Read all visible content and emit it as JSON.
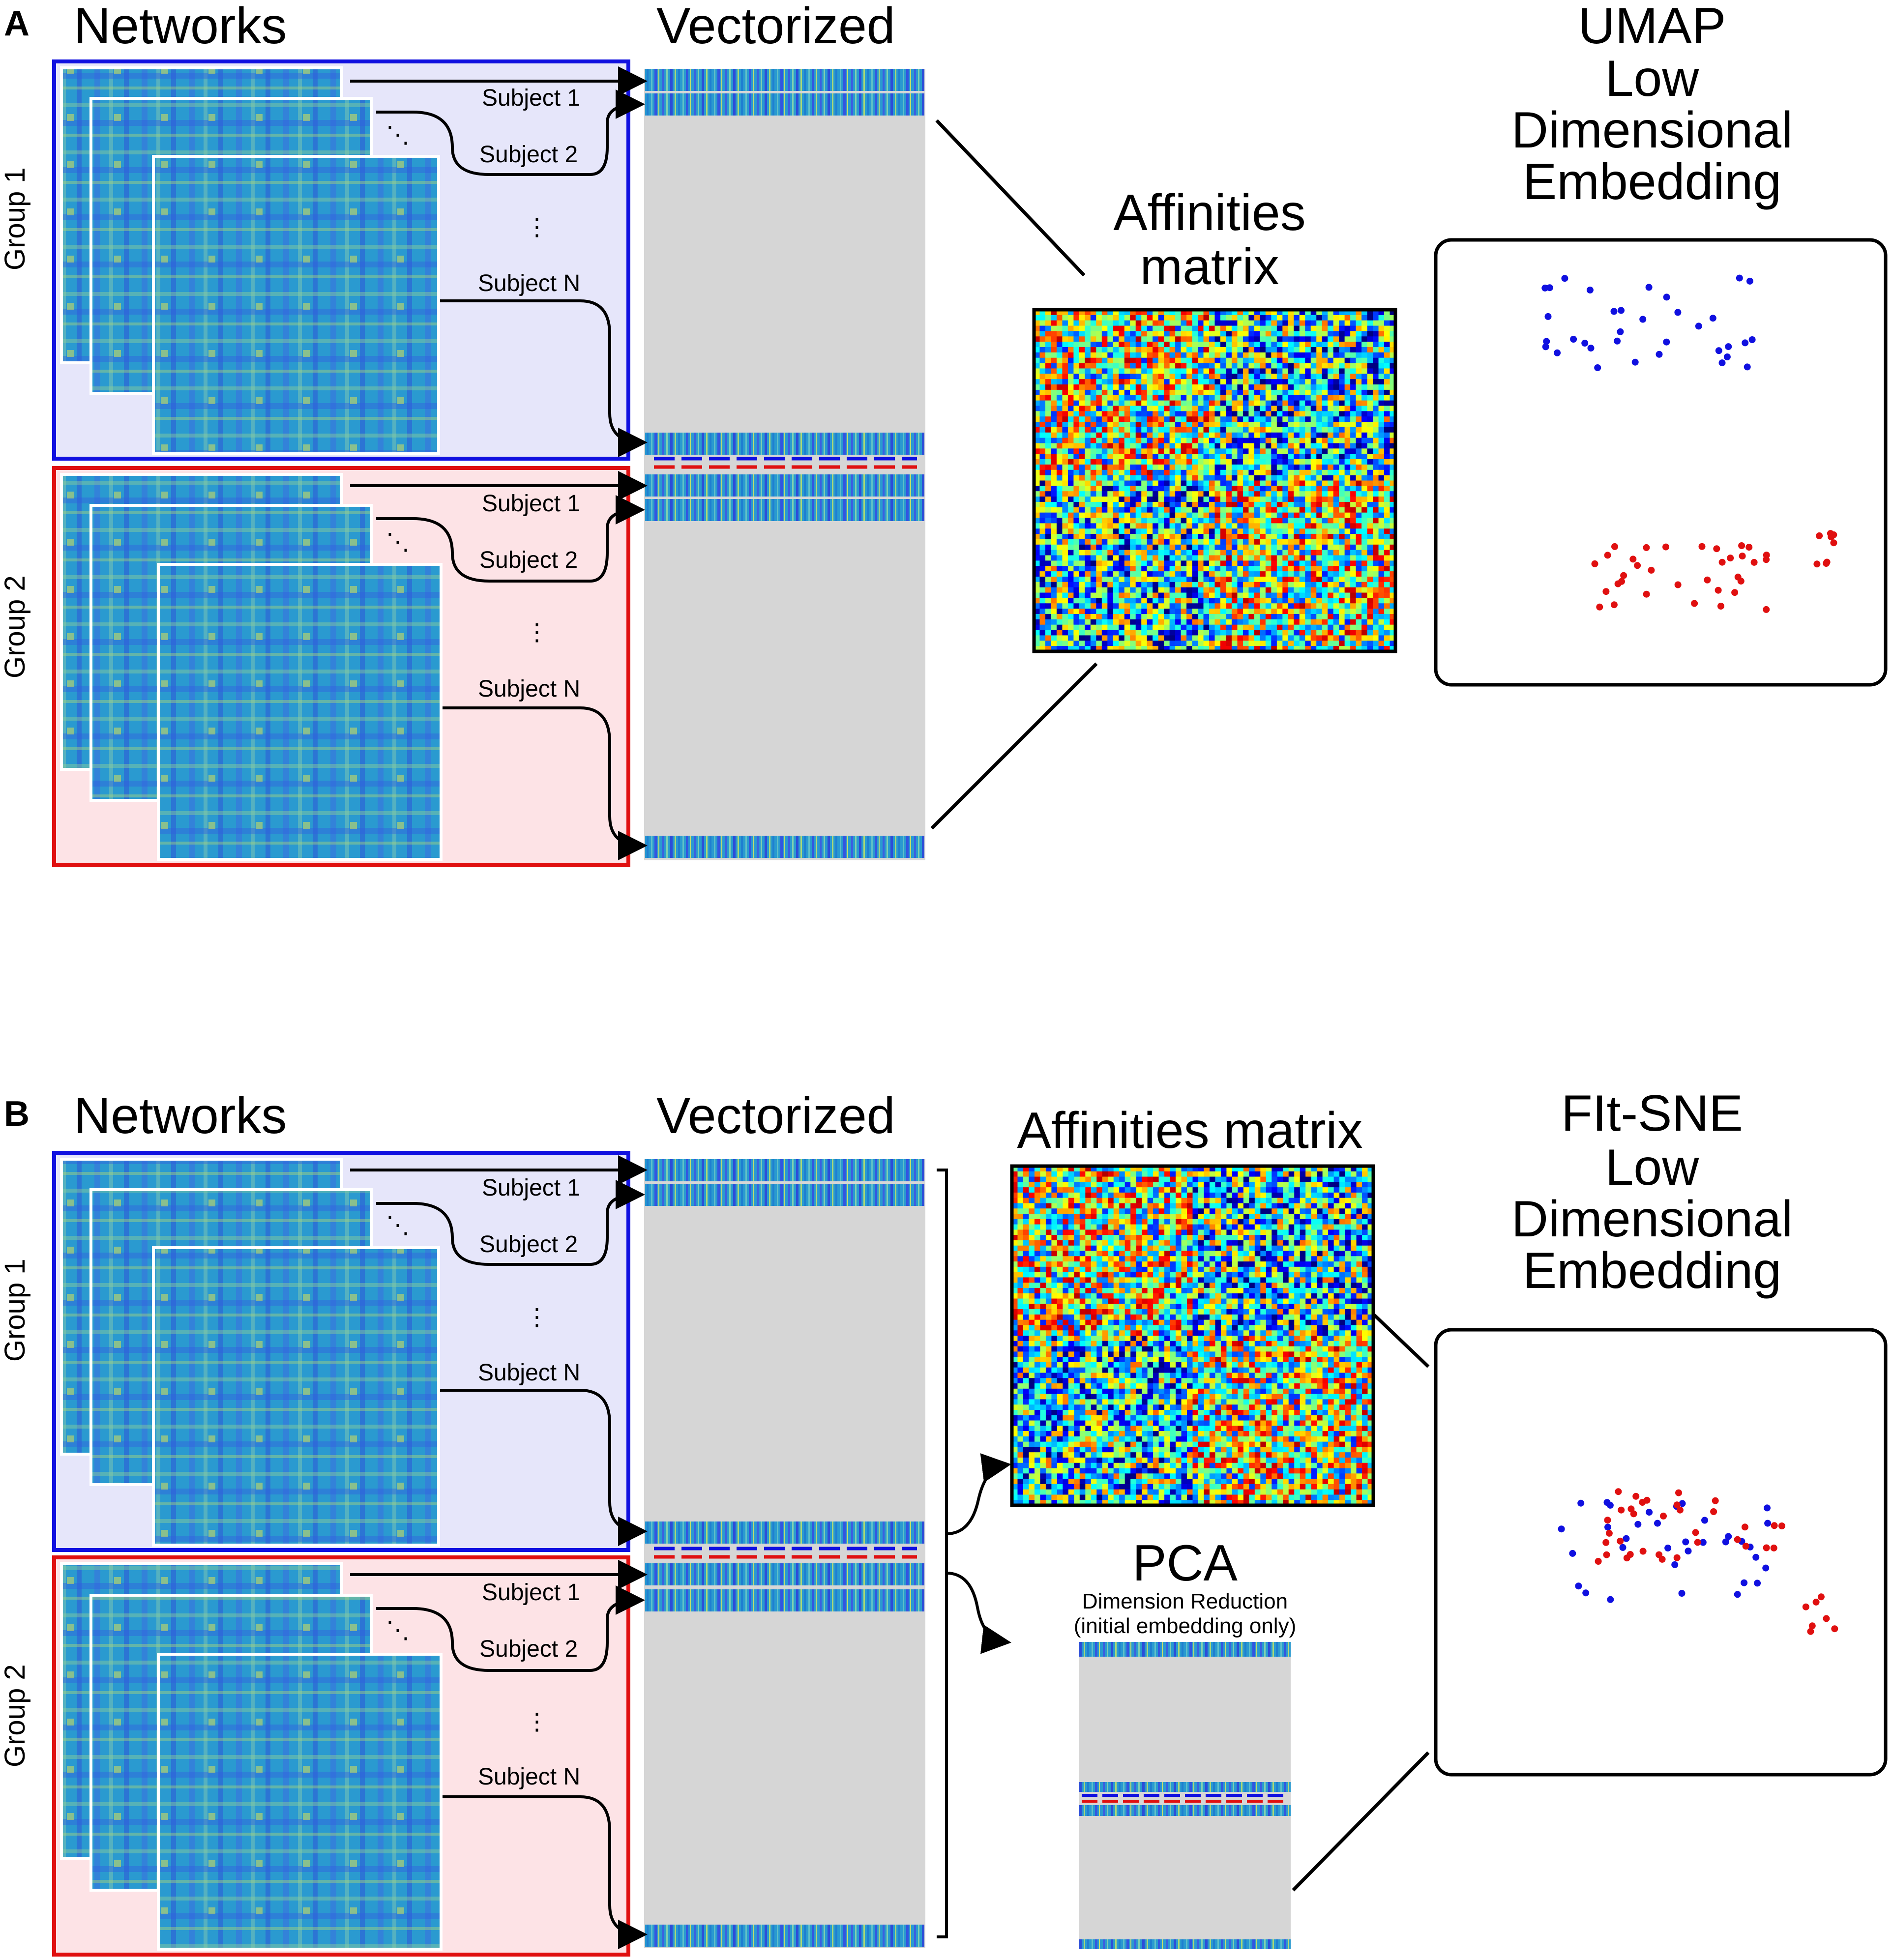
{
  "panels": [
    {
      "letter": "A",
      "networks_title": "Networks",
      "vectorized_title": "Vectorized",
      "groups": [
        "Group 1",
        "Group 2"
      ],
      "subjects": [
        "Subject 1",
        "Subject 2",
        "Subject N"
      ],
      "affinities_title": [
        "Affinities",
        "matrix"
      ],
      "method": "UMAP",
      "embedding_title": [
        "Low",
        "Dimensional",
        "Embedding"
      ]
    },
    {
      "letter": "B",
      "networks_title": "Networks",
      "vectorized_title": "Vectorized",
      "groups": [
        "Group 1",
        "Group 2"
      ],
      "subjects": [
        "Subject 1",
        "Subject 2",
        "Subject N"
      ],
      "affinities_title": [
        "Affinities matrix"
      ],
      "method": "FIt-SNE",
      "embedding_title": [
        "Low",
        "Dimensional",
        "Embedding"
      ],
      "pca_title": "PCA",
      "pca_sub": [
        "Dimension Reduction",
        "(initial embedding only)"
      ]
    }
  ],
  "colors": {
    "group1": "#1010e0",
    "group2": "#e01010",
    "group1_bg": "#e6e6fa",
    "group2_bg": "#fde3e6",
    "vector_bg": "#d6d6d6"
  }
}
